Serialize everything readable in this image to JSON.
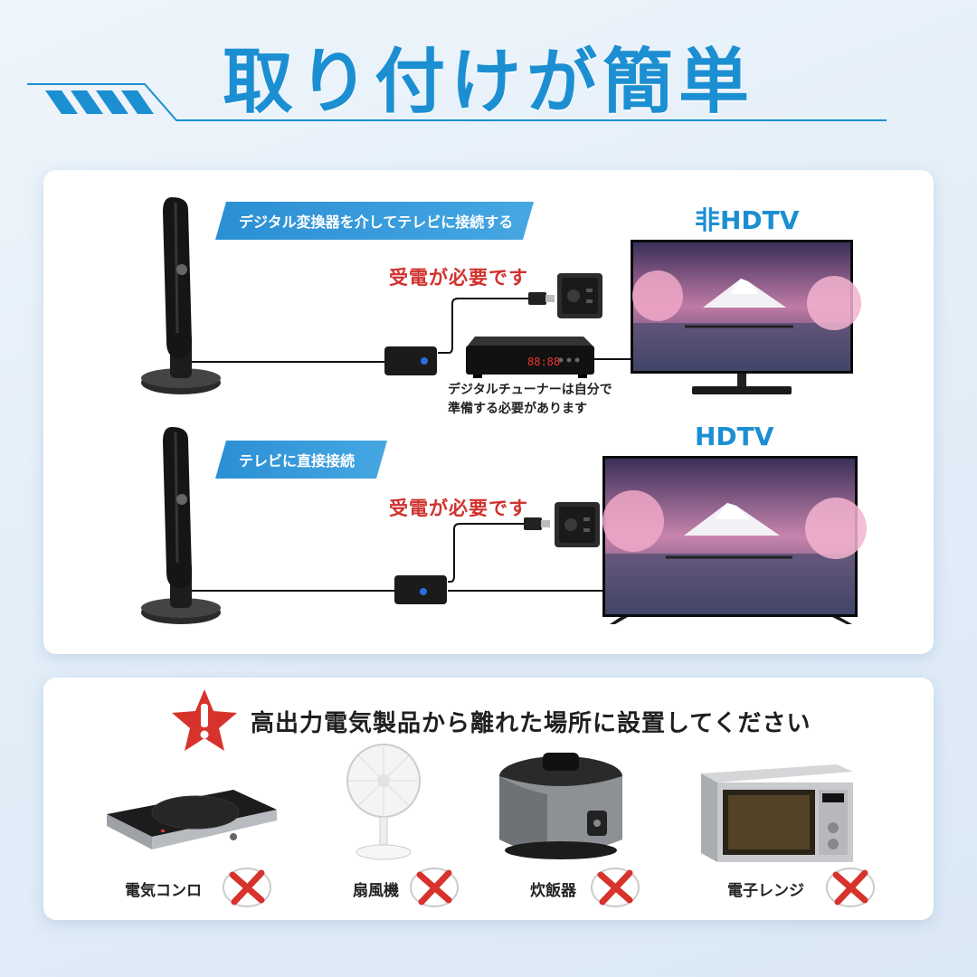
{
  "header": {
    "title": "取り付けが簡単"
  },
  "top_panel": {
    "section_1": {
      "banner": "デジタル変換器を介してテレビに接続する",
      "tv_label": "非HDTV",
      "power_note": "受電が必要です",
      "caption_line1": "デジタルチューナーは自分で",
      "caption_line2": "準備する必要があります",
      "tuner_display": "88:88"
    },
    "section_2": {
      "banner": "テレビに直接接続",
      "tv_label": "HDTV",
      "power_note": "受電が必要です"
    }
  },
  "bottom_panel": {
    "warning": "高出力電気製品から離れた場所に設置してください",
    "appliances": [
      {
        "label": "電気コンロ",
        "icon": "induction-cooktop-icon"
      },
      {
        "label": "扇風機",
        "icon": "electric-fan-icon"
      },
      {
        "label": "炊飯器",
        "icon": "rice-cooker-icon"
      },
      {
        "label": "電子レンジ",
        "icon": "microwave-icon"
      }
    ]
  },
  "colors": {
    "accent": "#1b8fd2",
    "warning_red": "#d0322e",
    "banner_blue": "#2a8fd4"
  }
}
